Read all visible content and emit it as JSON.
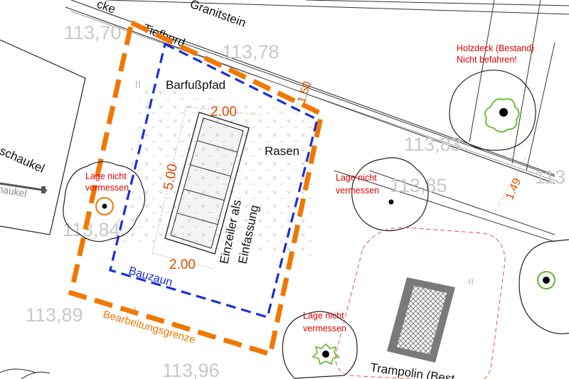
{
  "elevations": {
    "e1": "113,70",
    "e2": "113,78",
    "e3": "113,83",
    "e4": "113,85",
    "e5": "113,84",
    "e6": "113,89",
    "e7": "113,96",
    "e8": "113"
  },
  "labels": {
    "road_top_left": "cke",
    "road_top": "Granitstein",
    "tiefbord": "Tiefbord",
    "barfusspfad": "Barfußpfad",
    "rasen": "Rasen",
    "einzeiler_line1": "Einzeiler als",
    "einzeiler_line2": "Einfassung",
    "schaukel": "schaukel",
    "schaukel2": "haukel",
    "trampolin": "Trampolin (Best",
    "holzdeck_line1": "Holzdeck (Bestand)",
    "holzdeck_line2": "Nicht befahren!",
    "lage_line1": "Lage nicht",
    "lage_line2": "vermessen",
    "bauzaun": "Bauzaun",
    "bearbeitungsgrenze": "Bearbeitungsgrenze",
    "lage_left_line1": "Lage nicht",
    "lage_left_line2": "vermessen",
    "lage_mid_line1": "Lage nicht",
    "lage_mid_line2": "vermessen",
    "lage_bottom_line1": "Lage nicht",
    "lage_bottom_line2": "vermessen"
  },
  "dimensions": {
    "width_top": "2.00",
    "width_bottom": "2.00",
    "length": "5.00",
    "offset_top": "1.50",
    "offset_right": "1.49"
  },
  "colors": {
    "bauzaun": "#1a2fd6",
    "bearbeitungsgrenze": "#f07800",
    "dimension": "#d94e00",
    "note": "#e00000",
    "tree_green": "#5fb82a",
    "trampolin": "#7a7a7a"
  }
}
